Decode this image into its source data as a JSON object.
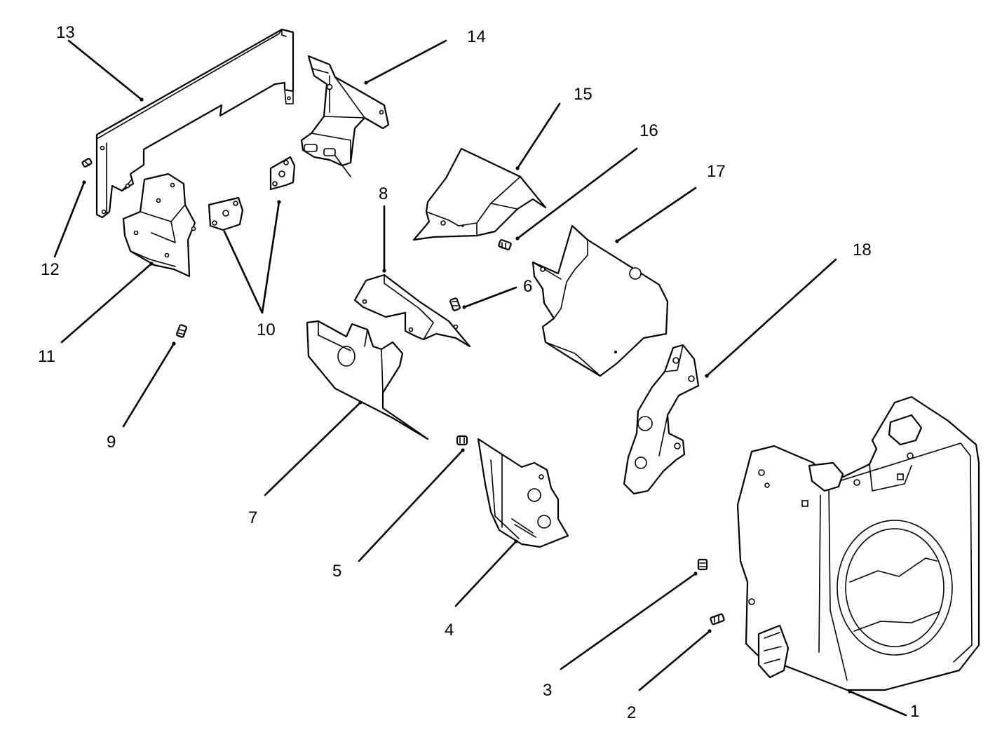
{
  "callouts": [
    {
      "id": "1",
      "label": "1"
    },
    {
      "id": "2",
      "label": "2"
    },
    {
      "id": "3",
      "label": "3"
    },
    {
      "id": "4",
      "label": "4"
    },
    {
      "id": "5",
      "label": "5"
    },
    {
      "id": "6",
      "label": "6"
    },
    {
      "id": "7",
      "label": "7"
    },
    {
      "id": "8",
      "label": "8"
    },
    {
      "id": "9",
      "label": "9"
    },
    {
      "id": "10",
      "label": "10"
    },
    {
      "id": "11",
      "label": "11"
    },
    {
      "id": "12",
      "label": "12"
    },
    {
      "id": "13",
      "label": "13"
    },
    {
      "id": "14",
      "label": "14"
    },
    {
      "id": "15",
      "label": "15"
    },
    {
      "id": "16",
      "label": "16"
    },
    {
      "id": "17",
      "label": "17"
    },
    {
      "id": "18",
      "label": "18"
    }
  ],
  "colors": {
    "ink": "#000000",
    "paper": "#ffffff"
  }
}
